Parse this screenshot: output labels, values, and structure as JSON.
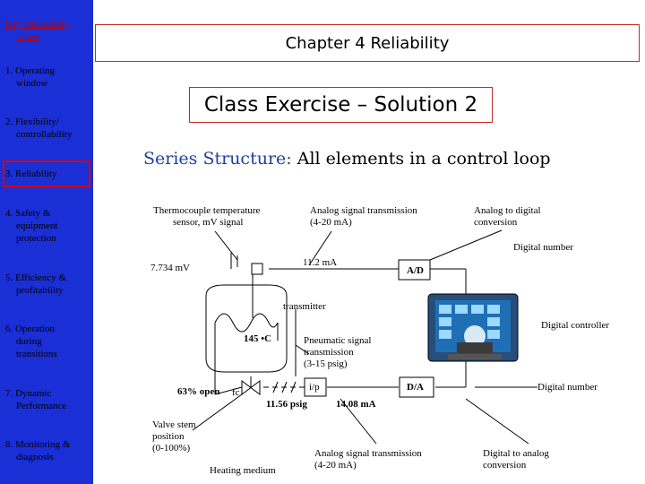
{
  "sidebar": {
    "items": [
      {
        "line1": "Key Operability",
        "line2": "issues"
      },
      {
        "line1": "1. Operating",
        "line2": "window"
      },
      {
        "line1": "2. Flexibility/",
        "line2": "controllability"
      },
      {
        "line1": "3. Reliability",
        "line2": ""
      },
      {
        "line1": "4. Safety &",
        "line2": "equipment",
        "line3": "protection"
      },
      {
        "line1": "5. Efficiency &",
        "line2": "profitability"
      },
      {
        "line1": "6. Operation",
        "line2": "during",
        "line3": "transitions"
      },
      {
        "line1": "7. Dynamic",
        "line2": "Performance"
      },
      {
        "line1": "8. Monitoring &",
        "line2": "diagnosis"
      }
    ]
  },
  "header": {
    "chapter_title": "Chapter 4 Reliability",
    "exercise_title": "Class Exercise – Solution 2"
  },
  "heading": {
    "prefix": "Series Structure:",
    "rest": "All elements in a control loop"
  },
  "diagram": {
    "thermo_l1": "Thermocouple temperature",
    "thermo_l2": "sensor, mV signal",
    "analog_tx_l1": "Analog signal transmission",
    "analog_tx_l2": "(4-20 mA)",
    "adc_l1": "Analog to digital",
    "adc_l2": "conversion",
    "digital_number_top": "Digital number",
    "mv_value": "7.734 mV",
    "ma_value_top": "11.2 mA",
    "ad_label": "A/D",
    "transmitter": "transmitter",
    "temperature": "145 ",
    "temperature_unit": "C",
    "pneumatic_l1": "Pneumatic signal",
    "pneumatic_l2": "transmission",
    "pneumatic_l3": "(3-15 psig)",
    "digital_controller": "Digital controller",
    "valve_open": "63% open",
    "fc": "fc",
    "ip": "i/p",
    "psig_value": "11.56 psig",
    "ma_value_bottom": "14.08 mA",
    "da_label": "D/A",
    "digital_number_bottom": "Digital number",
    "valve_stem_l1": "Valve stem",
    "valve_stem_l2": "position",
    "valve_stem_l3": "(0-100%)",
    "heating_medium": "Heating medium",
    "analog_tx_b_l1": "Analog signal transmission",
    "analog_tx_b_l2": "(4-20 mA)",
    "dac_l1": "Digital to analog",
    "dac_l2": "conversion"
  }
}
